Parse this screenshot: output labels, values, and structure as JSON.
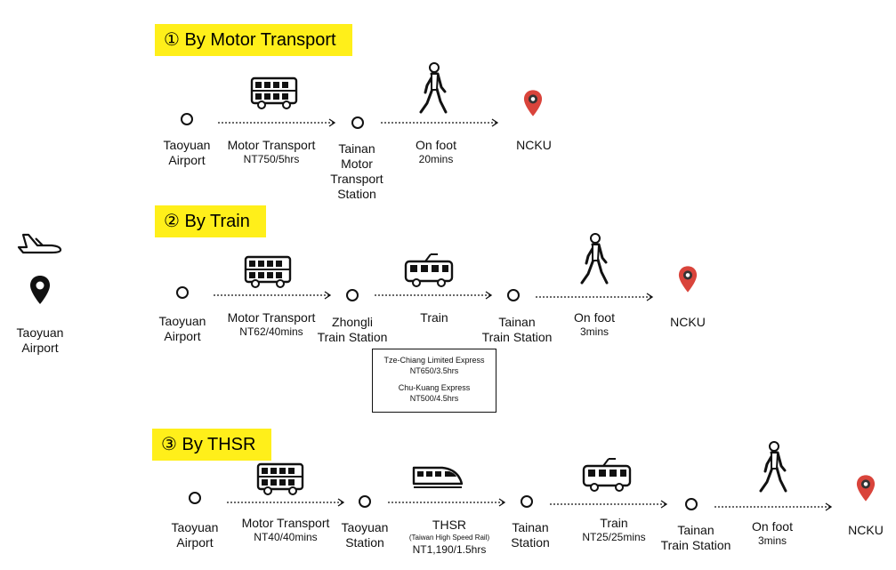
{
  "origin": {
    "label_line1": "Taoyuan",
    "label_line2": "Airport",
    "icons": [
      "plane-icon",
      "location-pin-icon"
    ]
  },
  "routes": {
    "motor": {
      "header": "①  By Motor Transport",
      "stops": [
        {
          "lines": [
            "Taoyuan",
            "Airport"
          ]
        },
        {
          "lines": [
            "Tainan",
            "Motor",
            "Transport",
            "Station"
          ]
        },
        {
          "lines": [
            "NCKU"
          ]
        }
      ],
      "legs": [
        {
          "mode": "Motor Transport",
          "detail": "NT750/5hrs",
          "icon": "bus-icon"
        },
        {
          "mode": "On foot",
          "detail": "20mins",
          "icon": "walking-person-icon"
        }
      ]
    },
    "train": {
      "header": "②  By Train",
      "stops": [
        {
          "lines": [
            "Taoyuan",
            "Airport"
          ]
        },
        {
          "lines": [
            "Zhongli",
            "Train Station"
          ]
        },
        {
          "lines": [
            "Tainan",
            "Train Station"
          ]
        },
        {
          "lines": [
            "NCKU"
          ]
        }
      ],
      "legs": [
        {
          "mode": "Motor Transport",
          "detail": "NT62/40mins",
          "icon": "bus-icon"
        },
        {
          "mode": "Train",
          "detail": "",
          "icon": "tram-icon"
        },
        {
          "mode": "On foot",
          "detail": "3mins",
          "icon": "walking-person-icon"
        }
      ],
      "fare_box": [
        {
          "name": "Tze-Chiang Limited Express",
          "price": "NT650/3.5hrs"
        },
        {
          "name": "Chu-Kuang Express",
          "price": "NT500/4.5hrs"
        }
      ]
    },
    "thsr": {
      "header": "③  By THSR",
      "stops": [
        {
          "lines": [
            "Taoyuan",
            "Airport"
          ]
        },
        {
          "lines": [
            "Taoyuan",
            "Station"
          ]
        },
        {
          "lines": [
            "Tainan",
            "Station"
          ]
        },
        {
          "lines": [
            "Tainan",
            "Train Station"
          ]
        },
        {
          "lines": [
            "NCKU"
          ]
        }
      ],
      "legs": [
        {
          "mode": "Motor Transport",
          "detail": "NT40/40mins",
          "icon": "bus-icon"
        },
        {
          "mode": "THSR",
          "note": "(Taiwan  High  Speed Rail)",
          "detail": "NT1,190/1.5hrs",
          "icon": "high-speed-train-icon"
        },
        {
          "mode": "Train",
          "detail": "NT25/25mins",
          "icon": "tram-icon"
        },
        {
          "mode": "On foot",
          "detail": "3mins",
          "icon": "walking-person-icon"
        }
      ]
    }
  },
  "colors": {
    "header_bg": "#ffef1a",
    "pin_red": "#d9443b",
    "line": "#111111"
  }
}
